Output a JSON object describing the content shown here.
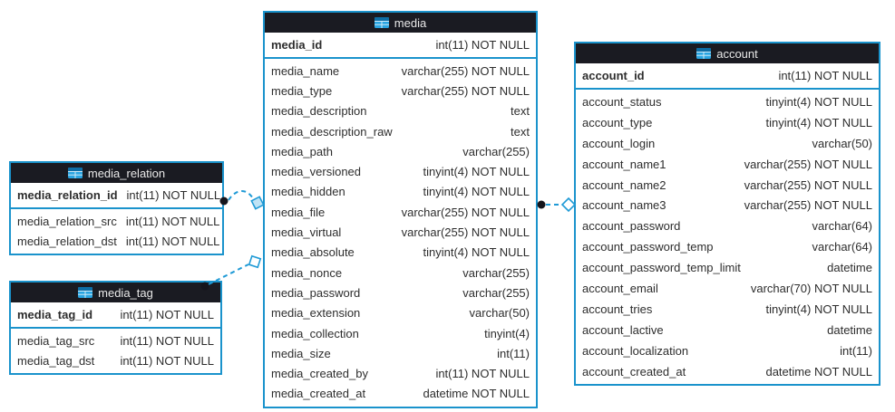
{
  "diagram": {
    "kind": "database-er-diagram",
    "colors": {
      "table_border": "#1a93cc",
      "header_bg": "#1a1b22",
      "header_text": "#e9e9e9",
      "row_text": "#2d2d2d",
      "connector_line": "#1f9ad6",
      "connector_dot": "#15151c",
      "diamond_fill_light": "#bfe3f5",
      "canvas_bg": "#ffffff"
    },
    "tables": {
      "media": {
        "title": "media",
        "icon": "table-icon",
        "pk": {
          "name": "media_id",
          "type": "int(11) NOT NULL"
        },
        "fields": [
          {
            "name": "media_name",
            "type": "varchar(255) NOT NULL"
          },
          {
            "name": "media_type",
            "type": "varchar(255) NOT NULL"
          },
          {
            "name": "media_description",
            "type": "text"
          },
          {
            "name": "media_description_raw",
            "type": "text"
          },
          {
            "name": "media_path",
            "type": "varchar(255)"
          },
          {
            "name": "media_versioned",
            "type": "tinyint(4) NOT NULL"
          },
          {
            "name": "media_hidden",
            "type": "tinyint(4) NOT NULL"
          },
          {
            "name": "media_file",
            "type": "varchar(255) NOT NULL"
          },
          {
            "name": "media_virtual",
            "type": "varchar(255) NOT NULL"
          },
          {
            "name": "media_absolute",
            "type": "tinyint(4) NOT NULL"
          },
          {
            "name": "media_nonce",
            "type": "varchar(255)"
          },
          {
            "name": "media_password",
            "type": "varchar(255)"
          },
          {
            "name": "media_extension",
            "type": "varchar(50)"
          },
          {
            "name": "media_collection",
            "type": "tinyint(4)"
          },
          {
            "name": "media_size",
            "type": "int(11)"
          },
          {
            "name": "media_created_by",
            "type": "int(11) NOT NULL"
          },
          {
            "name": "media_created_at",
            "type": "datetime NOT NULL"
          }
        ]
      },
      "media_relation": {
        "title": "media_relation",
        "icon": "table-icon",
        "pk": {
          "name": "media_relation_id",
          "type": "int(11) NOT NULL"
        },
        "fields": [
          {
            "name": "media_relation_src",
            "type": "int(11) NOT NULL"
          },
          {
            "name": "media_relation_dst",
            "type": "int(11) NOT NULL"
          }
        ]
      },
      "media_tag": {
        "title": "media_tag",
        "icon": "table-icon",
        "pk": {
          "name": "media_tag_id",
          "type": "int(11) NOT NULL"
        },
        "fields": [
          {
            "name": "media_tag_src",
            "type": "int(11) NOT NULL"
          },
          {
            "name": "media_tag_dst",
            "type": "int(11) NOT NULL"
          }
        ]
      },
      "account": {
        "title": "account",
        "icon": "table-icon",
        "pk": {
          "name": "account_id",
          "type": "int(11) NOT NULL"
        },
        "fields": [
          {
            "name": "account_status",
            "type": "tinyint(4) NOT NULL"
          },
          {
            "name": "account_type",
            "type": "tinyint(4) NOT NULL"
          },
          {
            "name": "account_login",
            "type": "varchar(50)"
          },
          {
            "name": "account_name1",
            "type": "varchar(255) NOT NULL"
          },
          {
            "name": "account_name2",
            "type": "varchar(255) NOT NULL"
          },
          {
            "name": "account_name3",
            "type": "varchar(255) NOT NULL"
          },
          {
            "name": "account_password",
            "type": "varchar(64)"
          },
          {
            "name": "account_password_temp",
            "type": "varchar(64)"
          },
          {
            "name": "account_password_temp_limit",
            "type": "datetime"
          },
          {
            "name": "account_email",
            "type": "varchar(70) NOT NULL"
          },
          {
            "name": "account_tries",
            "type": "tinyint(4) NOT NULL"
          },
          {
            "name": "account_lactive",
            "type": "datetime"
          },
          {
            "name": "account_localization",
            "type": "int(11)"
          },
          {
            "name": "account_created_at",
            "type": "datetime NOT NULL"
          }
        ]
      }
    },
    "connectors": [
      {
        "from": "media_relation",
        "to": "media",
        "style": "dashed"
      },
      {
        "from": "media_tag",
        "to": "media",
        "style": "dashed"
      },
      {
        "from": "media",
        "to": "account",
        "style": "dashed"
      }
    ]
  }
}
